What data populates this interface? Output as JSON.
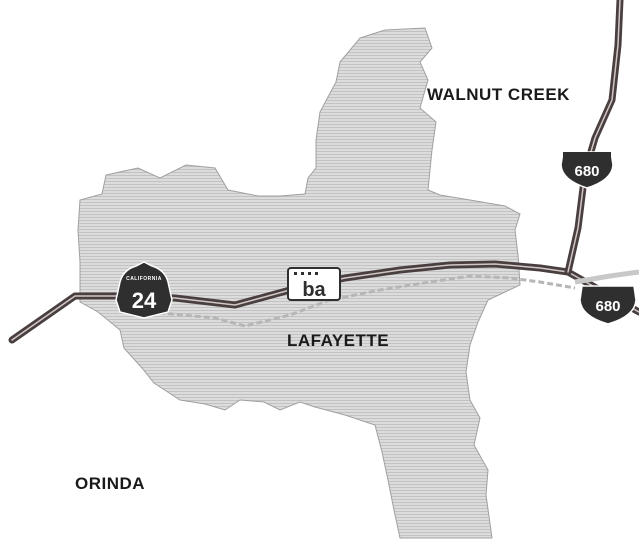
{
  "map": {
    "places": {
      "walnut_creek": "WALNUT CREEK",
      "lafayette": "LAFAYETTE",
      "orinda": "ORINDA"
    },
    "routes": {
      "sr24": {
        "number": "24",
        "banner": "CALIFORNIA"
      },
      "i680_north": {
        "number": "680"
      },
      "i680_south": {
        "number": "680"
      }
    },
    "transit": {
      "bart_logo": "ba"
    },
    "colors": {
      "city_fill": "#d9d9d9",
      "hatch_line": "#c4c4c4",
      "city_edge": "#9a9a9a",
      "highway_casing": "#4a3f3f",
      "highway_center": "#cfcfcf",
      "shield": "#2f2f2f"
    }
  }
}
